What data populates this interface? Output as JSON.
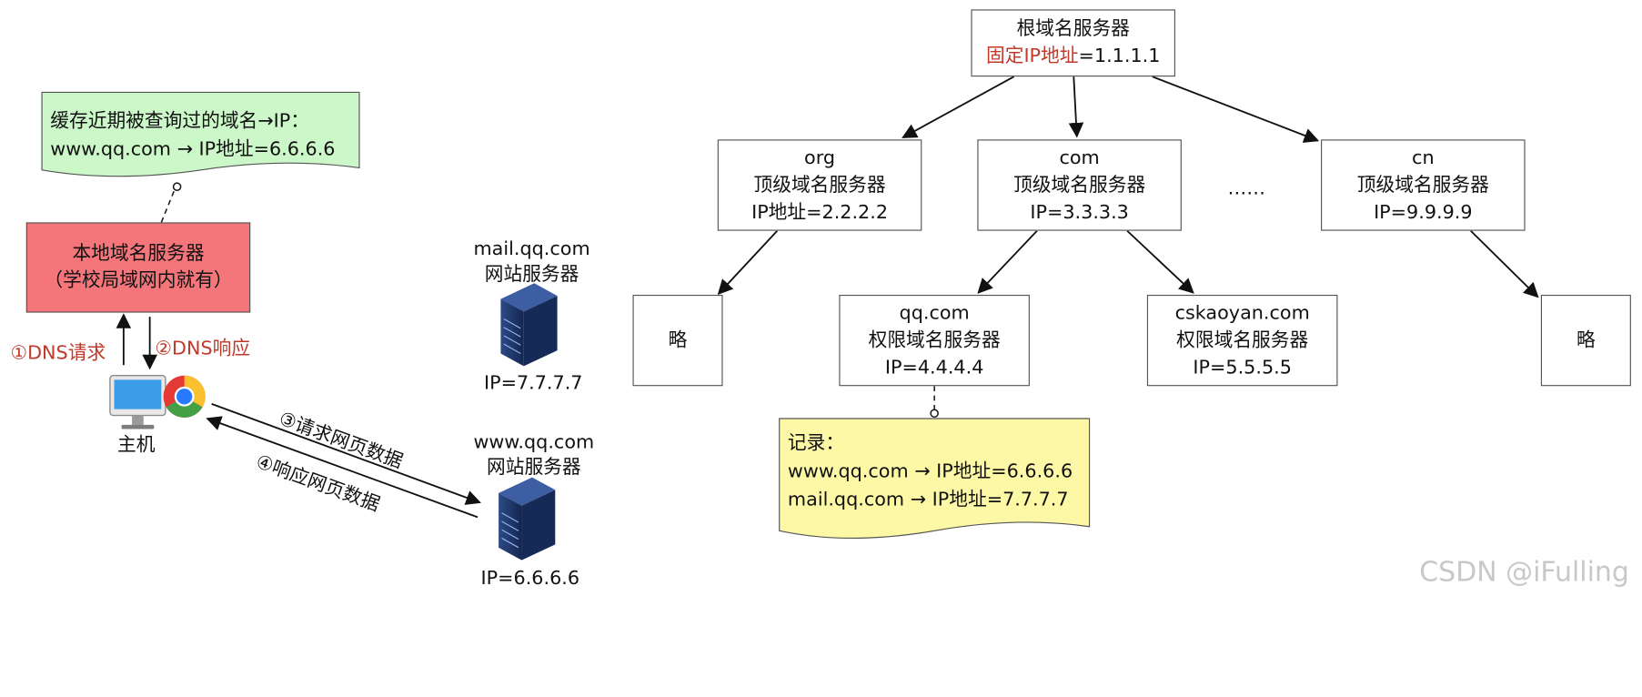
{
  "root_server": {
    "name": "根域名服务器",
    "ip_prefix": "固定IP地址",
    "ip_value": "=1.1.1.1"
  },
  "tld_servers": [
    {
      "domain": "org",
      "role": "顶级域名服务器",
      "ip": "IP地址=2.2.2.2"
    },
    {
      "domain": "com",
      "role": "顶级域名服务器",
      "ip": "IP=3.3.3.3"
    },
    {
      "domain": "cn",
      "role": "顶级域名服务器",
      "ip": "IP=9.9.9.9"
    }
  ],
  "ellipsis": "……",
  "omitted_label": "略",
  "auth_servers": [
    {
      "domain": "qq.com",
      "role": "权限域名服务器",
      "ip": "IP=4.4.4.4"
    },
    {
      "domain": "cskaoyan.com",
      "role": "权限域名服务器",
      "ip": "IP=5.5.5.5"
    }
  ],
  "record_note": {
    "title": "记录：",
    "lines": [
      "www.qq.com → IP地址=6.6.6.6",
      "mail.qq.com → IP地址=7.7.7.7"
    ]
  },
  "cache_note": {
    "title": "缓存近期被查询过的域名→IP：",
    "line": "www.qq.com → IP地址=6.6.6.6"
  },
  "local_dns": {
    "name": "本地域名服务器",
    "desc": "（学校局域网内就有）"
  },
  "host": {
    "label": "主机"
  },
  "steps": {
    "dns_request": "①DNS请求",
    "dns_response": "②DNS响应",
    "page_request": "③请求网页数据",
    "page_response": "④响应网页数据"
  },
  "mail_server": {
    "domain": "mail.qq.com",
    "role": "网站服务器",
    "ip": "IP=7.7.7.7"
  },
  "web_server": {
    "domain": "www.qq.com",
    "role": "网站服务器",
    "ip": "IP=6.6.6.6"
  },
  "watermark": "CSDN @iFulling",
  "colors": {
    "local_dns_fill": "#f4767a",
    "cache_note_fill": "#ccf7c8",
    "record_note_fill": "#fcf8a6",
    "step_text": "#c0392b",
    "server_icon": "#1f3664"
  }
}
